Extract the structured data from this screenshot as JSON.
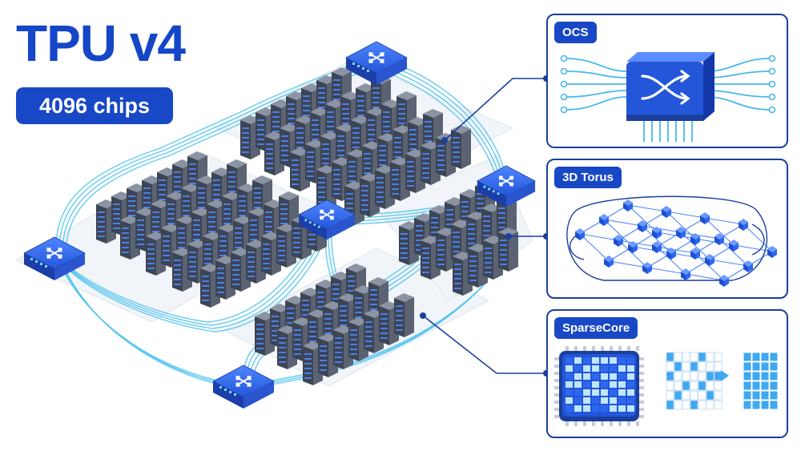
{
  "header": {
    "title": "TPU v4",
    "subtitle": "4096 chips"
  },
  "panels": {
    "ocs": {
      "label": "OCS",
      "icon": "crossover-arrows-icon"
    },
    "torus": {
      "label": "3D Torus",
      "icon": "torus-lattice-icon"
    },
    "sparsecore": {
      "label": "SparseCore",
      "icon": "chip-icon"
    }
  },
  "colors": {
    "primary": "#1848c6",
    "dark_navy": "#1a3f9e",
    "cable": "#49c2ee",
    "server_body": "#5b6373",
    "server_face": "#3d4452",
    "server_led": "#4d86ff",
    "floor": "#f1f4f8",
    "switch_icon": "#2f66ee"
  }
}
